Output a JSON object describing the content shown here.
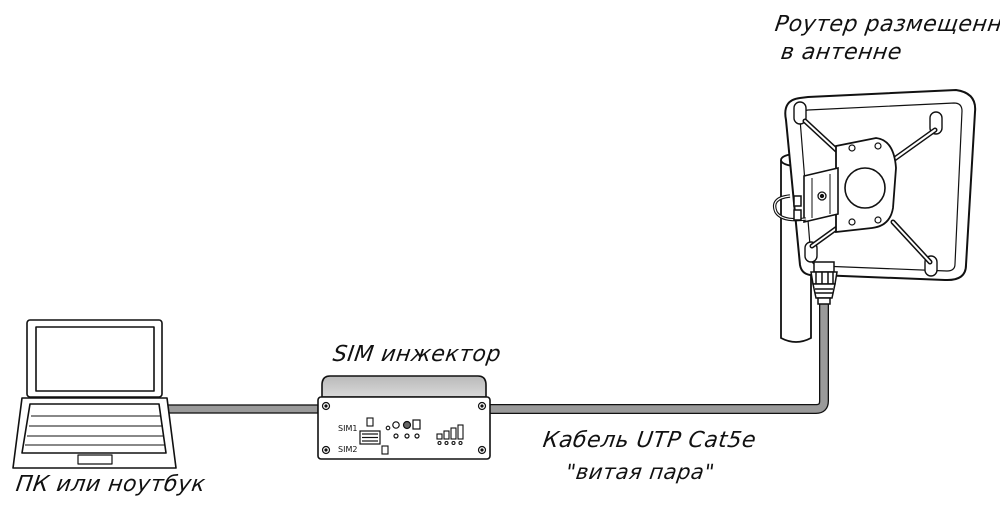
{
  "labels": {
    "router_line1": "Роутер размещенный",
    "router_line2": "в антенне",
    "injector": "SIM инжектор",
    "cable_line1": "Кабель UTP Cat5e",
    "cable_line2": "\"витая пара\"",
    "pc": "ПК или ноутбук"
  },
  "injector_panel": {
    "sim1": "SIM1",
    "sim2": "SIM2"
  },
  "colors": {
    "cable": "#9a9a9a",
    "outline": "#111111"
  }
}
